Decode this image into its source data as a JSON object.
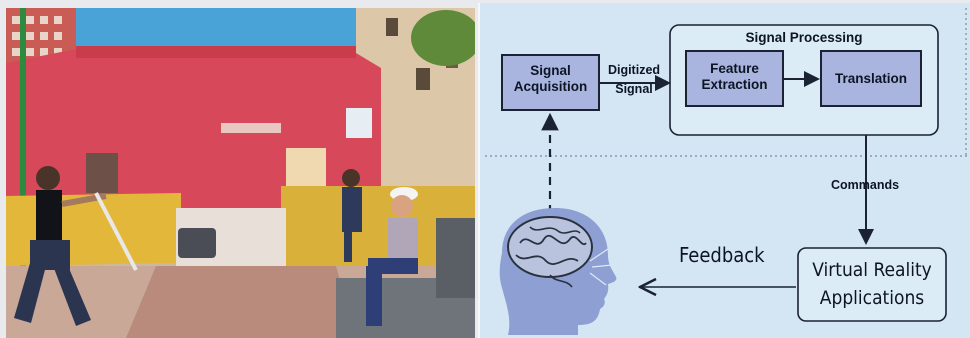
{
  "diagram": {
    "signal_processing_title": "Signal Processing",
    "signal_acquisition": "Signal Acquisition",
    "digitized_signal": "Digitized Signal",
    "feature_extraction": "Feature Extraction",
    "translation": "Translation",
    "commands": "Commands",
    "feedback": "Feedback",
    "vr_applications": "Virtual Reality Applications"
  },
  "colors": {
    "diagram_background": "#d4e6f3",
    "inner_box_fill": "#a9b4df",
    "box_border": "#1a2233",
    "head_fill": "#8d9fd3",
    "photo_wall": "#d7495a"
  }
}
